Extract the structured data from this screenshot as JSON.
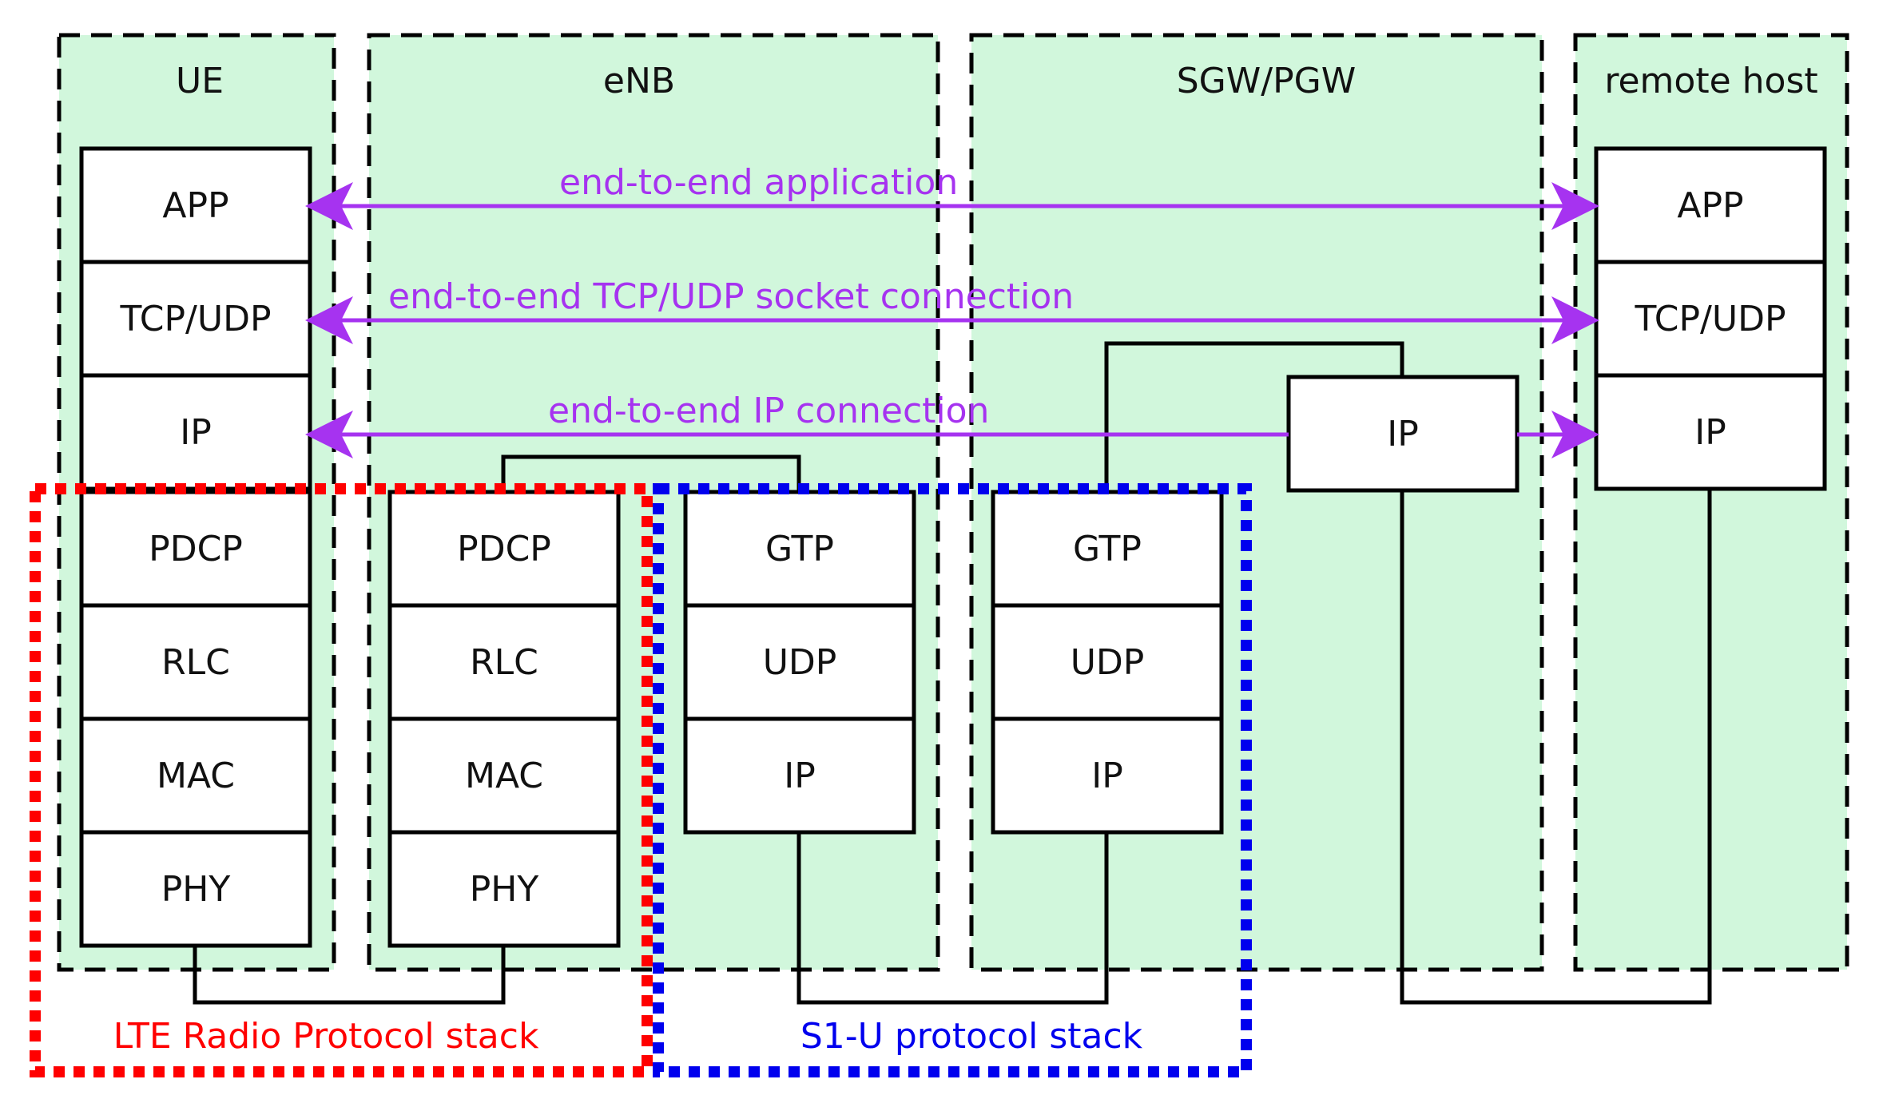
{
  "colors": {
    "node_fill": "#d1f7dc",
    "arrow": "#a633f0",
    "lte_stack": "#ff0000",
    "s1u_stack": "#0000ee"
  },
  "nodes": {
    "ue": "UE",
    "enb": "eNB",
    "sgw_pgw": "SGW/PGW",
    "remote_host": "remote host"
  },
  "layers": {
    "app": "APP",
    "tcp_udp": "TCP/UDP",
    "ip": "IP",
    "pdcp": "PDCP",
    "rlc": "RLC",
    "mac": "MAC",
    "phy": "PHY",
    "gtp": "GTP",
    "udp": "UDP"
  },
  "connections": {
    "application": "end-to-end application",
    "socket": "end-to-end TCP/UDP socket connection",
    "ip": "end-to-end IP connection"
  },
  "stacks": {
    "lte_radio": "LTE Radio Protocol stack",
    "s1u": "S1-U protocol stack"
  }
}
